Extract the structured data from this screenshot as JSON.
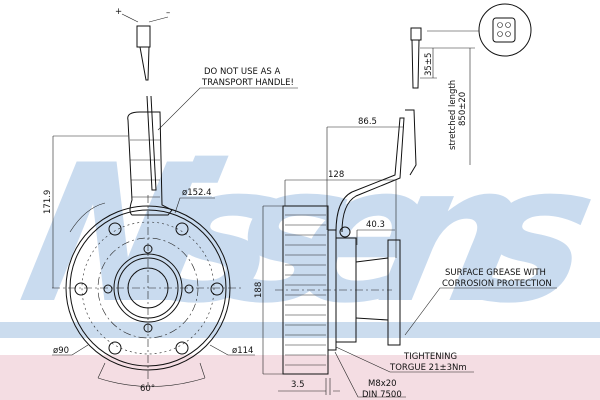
{
  "watermark": "Nissens",
  "colors": {
    "watermark": "#c9dbef",
    "band_blue": "#cbdcee",
    "band_pink": "#f4dde3",
    "line": "#111111"
  },
  "connector": {
    "plus": "+",
    "minus": "–"
  },
  "notes": {
    "handle_line1": "DO NOT USE AS A",
    "handle_line2": "TRANSPORT HANDLE!",
    "grease_line1": "SURFACE GREASE WITH",
    "grease_line2": "CORROSION PROTECTION",
    "torque_line1": "TIGHTENING",
    "torque_line2": "TORGUE 21±3Nm",
    "bolt_line1": "M8x20",
    "bolt_line2": "DIN 7500"
  },
  "dimensions": {
    "d152": "ø152.4",
    "h171": "171.9",
    "d90": "ø90",
    "d114": "ø114",
    "angle60": "60°",
    "h188": "188",
    "w86": "86.5",
    "w128": "128",
    "w40": "40.3",
    "w3_5": "3.5",
    "sensor35": "35±5",
    "stretched": "stretched length",
    "stretched_val": "850±20"
  }
}
